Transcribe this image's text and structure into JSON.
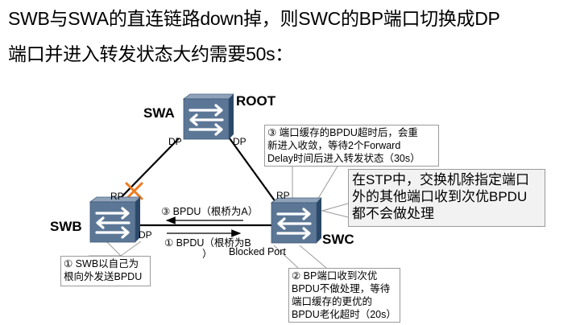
{
  "title": {
    "line1": "SWB与SWA的直连链路down掉，则SWC的BP端口切换成DP",
    "line2": "端口并进入转发状态大约需要50s："
  },
  "switches": {
    "swa": {
      "name": "SWA",
      "role": "ROOT",
      "port_left": "DP",
      "port_right": "DP"
    },
    "swb": {
      "name": "SWB",
      "port_top": "RP",
      "port_right": "DP"
    },
    "swc": {
      "name": "SWC",
      "port_top": "RP",
      "port_left": "Blocked Port"
    }
  },
  "arrows": {
    "bpdu3": "③ BPDU（根桥为A）",
    "bpdu1_line1": "① BPDU（根桥为B",
    "bpdu1_line2": "）"
  },
  "link_fault_icon": "cross-icon",
  "notes": {
    "step1": [
      "① SWB以自己为",
      "根向外发送BPDU"
    ],
    "step2": [
      "② BP端口收到次优",
      "BPDU不做处理，等待",
      "端口缓存的更优的",
      "BPDU老化超时（20s）"
    ],
    "step3": [
      "③ 端口缓存的BPDU超时后，会重",
      "新进入收敛，等待2个Forward",
      "Delay时间后进入转发状态（30s）"
    ],
    "info": [
      "在STP中，交换机除指定端口",
      "外的其他端口收到次优BPDU",
      "都不会做处理"
    ]
  },
  "colors": {
    "switch_front": "#5a7595",
    "switch_top": "#7f95ae",
    "switch_side": "#2d4a6a",
    "fault_cross": "#f07b1d",
    "note_border": "#9a9a9a"
  }
}
